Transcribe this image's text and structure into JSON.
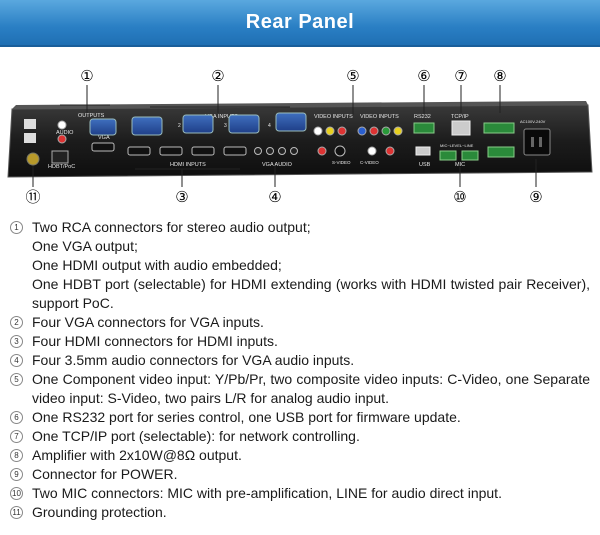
{
  "header": {
    "title": "Rear Panel"
  },
  "panel": {
    "callouts": [
      "①",
      "②",
      "③",
      "④",
      "⑤",
      "⑥",
      "⑦",
      "⑧",
      "⑨",
      "⑩",
      "⑪"
    ],
    "labels": {
      "outputs": "OUTPUTS",
      "audio": "AUDIO",
      "vga": "VGA",
      "hdbt": "HDBT/PoC",
      "vga_inputs": "VGA INPUTS",
      "hdmi_inputs": "HDMI INPUTS",
      "vga_audio": "VGA AUDIO",
      "video_inputs_1": "VIDEO INPUTS",
      "video_inputs_2": "VIDEO INPUTS",
      "rs232": "RS232",
      "tcpip": "TCP/IP",
      "usb": "USB",
      "mic": "MIC",
      "mic_line": "MIC~LEVEL~LINE",
      "svideo": "S-VIDEO",
      "cvideo": "C-VIDEO",
      "ac": "AC100V-240V",
      "num_1": "1",
      "num_2": "2",
      "num_3": "3",
      "num_4": "4"
    }
  },
  "items": [
    {
      "num": "1",
      "text": "Two RCA connectors for stereo audio output;"
    },
    {
      "num": "",
      "text": "One VGA output;"
    },
    {
      "num": "",
      "text": "One HDMI output with audio embedded;"
    },
    {
      "num": "",
      "text": "One HDBT port (selectable) for HDMI extending (works with HDMI twisted pair Receiver), support PoC."
    },
    {
      "num": "2",
      "text": "Four VGA connectors for VGA inputs."
    },
    {
      "num": "3",
      "text": "Four HDMI connectors for HDMI inputs."
    },
    {
      "num": "4",
      "text": "Four 3.5mm audio connectors for VGA audio inputs."
    },
    {
      "num": "5",
      "text": "One Component video input: Y/Pb/Pr, two composite video inputs: C-Video, one Separate video input: S-Video, two pairs L/R for analog audio input."
    },
    {
      "num": "6",
      "text": "One RS232 port for series control, one USB port for firmware update."
    },
    {
      "num": "7",
      "text": "One TCP/IP port (selectable): for network controlling."
    },
    {
      "num": "8",
      "text": "Amplifier with 2x10W@8Ω output."
    },
    {
      "num": "9",
      "text": "Connector for POWER."
    },
    {
      "num": "10",
      "text": "Two MIC connectors: MIC with pre-amplification, LINE for audio direct input."
    },
    {
      "num": "11",
      "text": "Grounding protection."
    }
  ]
}
